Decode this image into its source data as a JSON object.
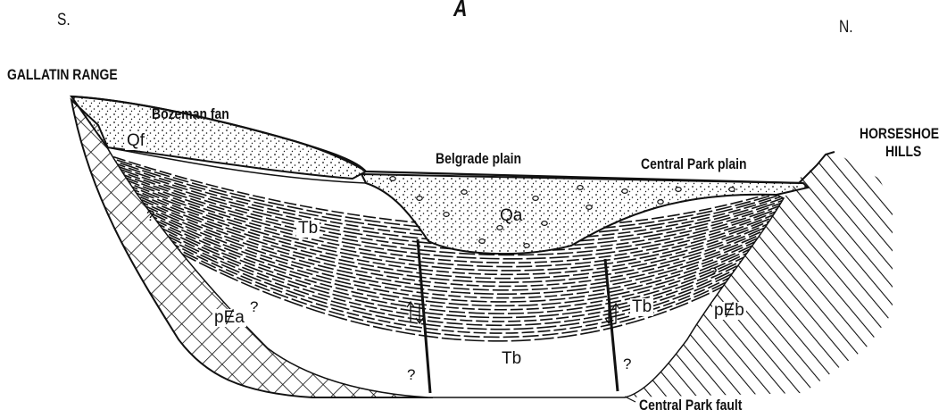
{
  "panel_letter": "A",
  "directions": {
    "south": "S.",
    "north": "N."
  },
  "places": {
    "gallatin": "GALLATIN RANGE",
    "horseshoe_line1": "HORSESHOE",
    "horseshoe_line2": "HILLS",
    "bozeman_fan": "Bozeman fan",
    "belgrade_plain": "Belgrade plain",
    "central_park_plain": "Central Park plain",
    "central_park_fault": "Central Park fault"
  },
  "units": {
    "qf": "Qf",
    "qa": "Qa",
    "tb_upper": "Tb",
    "tb_right": "Tb",
    "tb_lower": "Tb",
    "pca": "pɆa",
    "pcb": "pɆb"
  },
  "uncertain_mark": "?",
  "colors": {
    "ink": "#111111",
    "paper": "#ffffff"
  }
}
